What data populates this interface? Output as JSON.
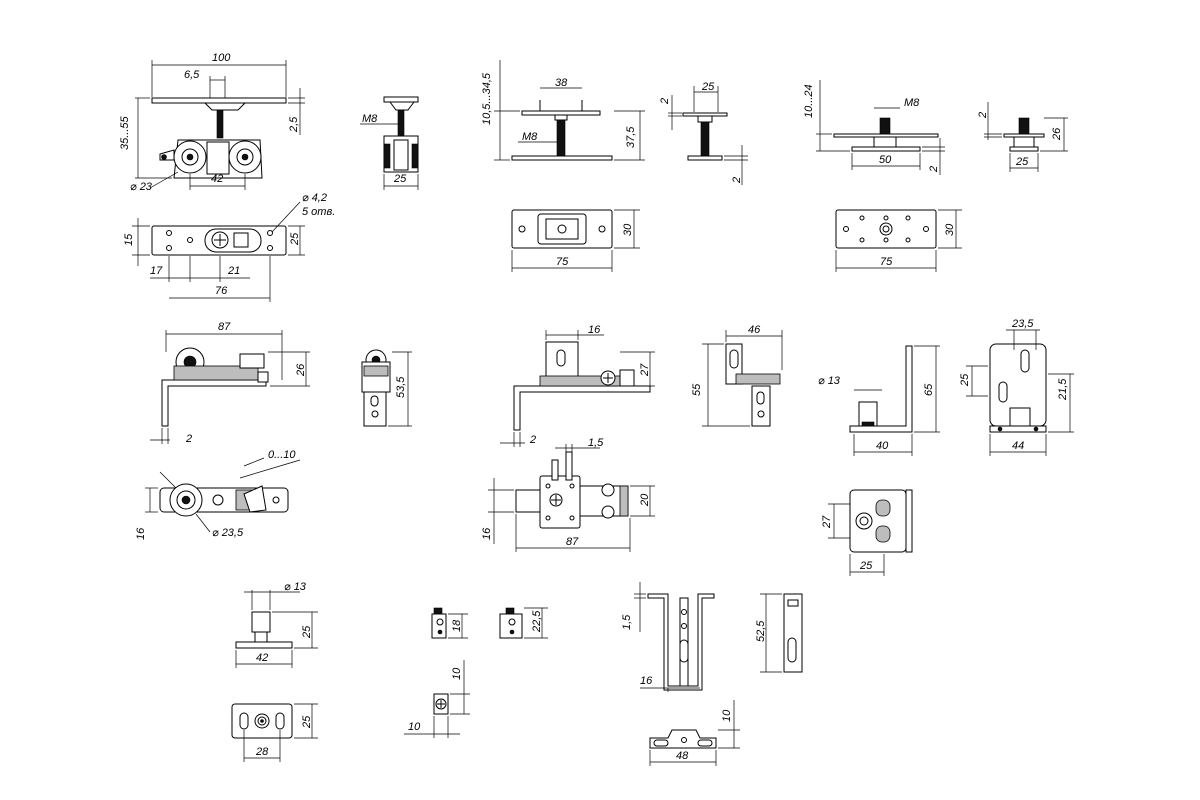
{
  "drawing": {
    "dims": {
      "d100": "100",
      "d6_5": "6,5",
      "d35_55": "35...55",
      "d2_5": "2,5",
      "d23": "23",
      "d42a": "42",
      "m8a": "M8",
      "d25a": "25",
      "d10_5_34_5": "10,5...34,5",
      "d38": "38",
      "m8b": "M8",
      "d37_5": "37,5",
      "d2a": "2",
      "d25b": "25",
      "d2b": "2",
      "d10_24": "10...24",
      "m8c": "M8",
      "d50": "50",
      "d2c": "2",
      "d2d": "2",
      "d26a": "26",
      "d25c": "25",
      "d4_2": "4,2",
      "holes5": "5 отв.",
      "d15": "15",
      "d25d": "25",
      "d17": "17",
      "d21": "21",
      "d76": "76",
      "d30a": "30",
      "d75a": "75",
      "d30b": "30",
      "d75b": "75",
      "d87a": "87",
      "d26b": "26",
      "d2e": "2",
      "d53_5": "53,5",
      "d16a": "16",
      "d27a": "27",
      "d2f": "2",
      "d46": "46",
      "d55": "55",
      "d13a": "13",
      "d65": "65",
      "d40": "40",
      "d23_5": "23,5",
      "d25e": "25",
      "d21_5": "21,5",
      "d44": "44",
      "d0_10": "0...10",
      "d16b": "16",
      "d23_5b": "23,5",
      "d1_5a": "1,5",
      "d20": "20",
      "d16c": "16",
      "d87b": "87",
      "d27b": "27",
      "d25f": "25",
      "d13b": "13",
      "d25g": "25",
      "d42b": "42",
      "d18": "18",
      "d22_5": "22,5",
      "d10a": "10",
      "d10b": "10",
      "d25h": "25",
      "d28": "28",
      "d1_5b": "1,5",
      "d16d": "16",
      "d52_5": "52,5",
      "d10c": "10",
      "d48": "48"
    }
  }
}
